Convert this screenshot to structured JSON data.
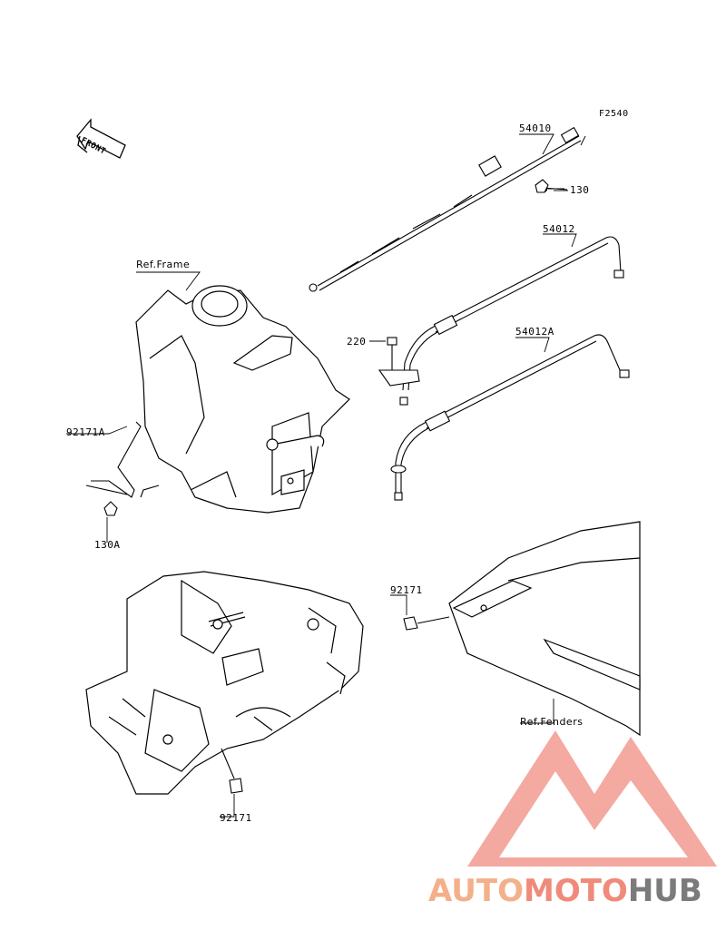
{
  "diagram_code": "F2540",
  "front_marker": "FRONT",
  "part_labels": {
    "p54010": "54010",
    "p130": "130",
    "p54012": "54012",
    "p220": "220",
    "p54012A": "54012A",
    "p92171A": "92171A",
    "p130A": "130A",
    "p92171_right": "92171",
    "p92171_bottom": "92171"
  },
  "reference_labels": {
    "frame": "Ref.Frame",
    "fenders": "Ref.Fenders"
  },
  "watermark": {
    "part1": "AUTO",
    "part2": "MOTO",
    "part3": "HUB",
    "colors": {
      "light": "#f4b08a",
      "red": "#f08a7a",
      "gray": "#7b7b7b"
    }
  }
}
